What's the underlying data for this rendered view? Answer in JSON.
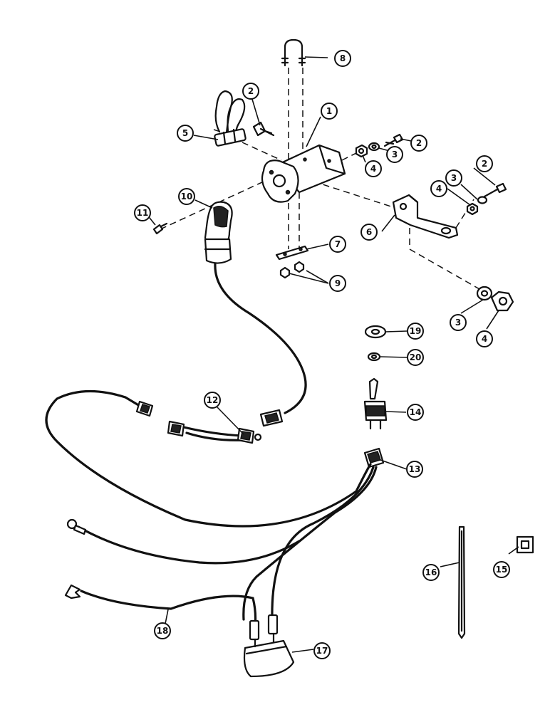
{
  "callouts": [
    {
      "id": "c1",
      "label": "1"
    },
    {
      "id": "c2a",
      "label": "2"
    },
    {
      "id": "c2b",
      "label": "2"
    },
    {
      "id": "c2c",
      "label": "2"
    },
    {
      "id": "c3a",
      "label": "3"
    },
    {
      "id": "c3b",
      "label": "3"
    },
    {
      "id": "c3c",
      "label": "3"
    },
    {
      "id": "c4a",
      "label": "4"
    },
    {
      "id": "c4b",
      "label": "4"
    },
    {
      "id": "c4c",
      "label": "4"
    },
    {
      "id": "c5",
      "label": "5"
    },
    {
      "id": "c6",
      "label": "6"
    },
    {
      "id": "c7",
      "label": "7"
    },
    {
      "id": "c8",
      "label": "8"
    },
    {
      "id": "c9",
      "label": "9"
    },
    {
      "id": "c10",
      "label": "10"
    },
    {
      "id": "c11",
      "label": "11"
    },
    {
      "id": "c12",
      "label": "12"
    },
    {
      "id": "c13",
      "label": "13"
    },
    {
      "id": "c14",
      "label": "14"
    },
    {
      "id": "c15",
      "label": "15"
    },
    {
      "id": "c16",
      "label": "16"
    },
    {
      "id": "c17",
      "label": "17"
    },
    {
      "id": "c18",
      "label": "18"
    },
    {
      "id": "c19",
      "label": "19"
    },
    {
      "id": "c20",
      "label": "20"
    }
  ]
}
